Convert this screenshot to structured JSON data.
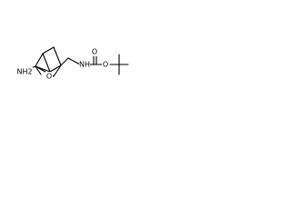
{
  "atoms": {
    "amine": "NH2",
    "ring_oxygen": "O",
    "carbamate_nitrogen": "NH",
    "ester_oxygen": "O",
    "carbonyl_oxygen": "O"
  }
}
